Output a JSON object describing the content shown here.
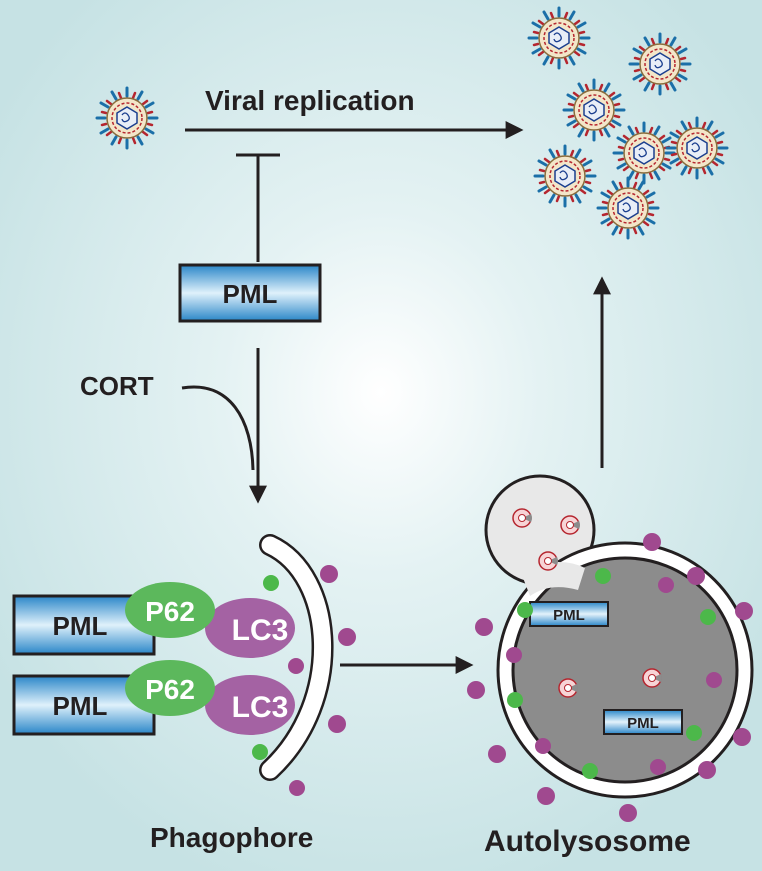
{
  "labels": {
    "viral_replication": "Viral replication",
    "cort": "CORT",
    "pml": "PML",
    "p62": "P62",
    "lc3": "LC3",
    "phagophore": "Phagophore",
    "autolysosome": "Autolysosome"
  },
  "colors": {
    "background": "#cde6e8",
    "background_glow": "#ffffff",
    "pml_box": "#3d9fd6",
    "p62": "#5cb85c",
    "lc3": "#a462a3",
    "green_dot": "#4cb84a",
    "purple_dot": "#a0498f",
    "lysosome_fill": "#8c8c8c",
    "virus_spike": "#1b6fa8",
    "virus_red": "#b5262f"
  },
  "icons": {
    "virus": "virus-particle-icon",
    "pacman": "degraded-virus-icon"
  }
}
